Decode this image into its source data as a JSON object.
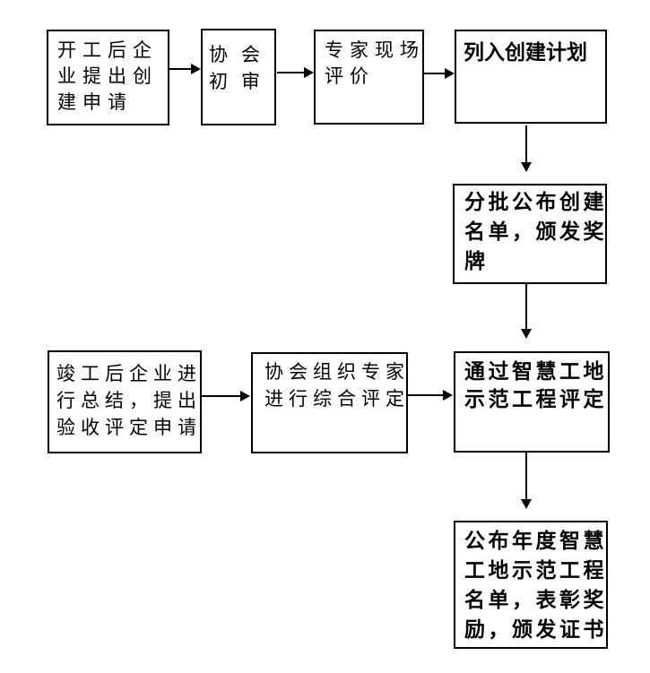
{
  "colors": {
    "border": "#000000",
    "text": "#000000",
    "background": "#ffffff"
  },
  "flowchart": {
    "type": "process-flow",
    "nodes": [
      {
        "id": "apply-creation",
        "text": "开工后企业提出创建申请",
        "lines": [
          "开工后企",
          "业提出创",
          "建申请"
        ],
        "emphasis": false
      },
      {
        "id": "association-preliminary-review",
        "text": "协会初审",
        "lines": [
          "协会",
          "初审"
        ],
        "emphasis": false
      },
      {
        "id": "expert-site-evaluation",
        "text": "专家现场评价",
        "lines": [
          "专家现场",
          "评价"
        ],
        "emphasis": false
      },
      {
        "id": "listed-in-creation-plan",
        "text": "列入创建计划",
        "lines": [
          "列入创建计划"
        ],
        "emphasis": true
      },
      {
        "id": "publish-creation-list-award-plaque",
        "text": "分批公布创建名单，颁发奖牌",
        "lines": [
          "分批公布创建",
          "名单，颁发奖",
          "牌"
        ],
        "emphasis": true
      },
      {
        "id": "completion-summary-apply-acceptance",
        "text": "竣工后企业进行总结，提出验收评定申请",
        "lines": [
          "竣工后企业进",
          "行总结，提出",
          "验收评定申请"
        ],
        "emphasis": false
      },
      {
        "id": "association-comprehensive-evaluation",
        "text": "协会组织专家进行综合评定",
        "lines": [
          "协会组织专家",
          "进行综合评定"
        ],
        "emphasis": false
      },
      {
        "id": "pass-smart-site-demo-evaluation",
        "text": "通过智慧工地示范工程评定",
        "lines": [
          "通过智慧工地",
          "示范工程评定"
        ],
        "emphasis": true
      },
      {
        "id": "announce-annual-list-commend-certify",
        "text": "公布年度智慧工地示范工程名单，表彰奖励，颁发证书",
        "lines": [
          "公布年度智慧",
          "工地示范工程",
          "名单，表彰奖",
          "励，颁发证书"
        ],
        "emphasis": true
      }
    ],
    "connections": [
      {
        "from": "apply-creation",
        "to": "association-preliminary-review",
        "direction": "right"
      },
      {
        "from": "association-preliminary-review",
        "to": "expert-site-evaluation",
        "direction": "right"
      },
      {
        "from": "expert-site-evaluation",
        "to": "listed-in-creation-plan",
        "direction": "right"
      },
      {
        "from": "listed-in-creation-plan",
        "to": "publish-creation-list-award-plaque",
        "direction": "down"
      },
      {
        "from": "publish-creation-list-award-plaque",
        "to": "pass-smart-site-demo-evaluation",
        "direction": "down"
      },
      {
        "from": "completion-summary-apply-acceptance",
        "to": "association-comprehensive-evaluation",
        "direction": "right"
      },
      {
        "from": "association-comprehensive-evaluation",
        "to": "pass-smart-site-demo-evaluation",
        "direction": "right"
      },
      {
        "from": "pass-smart-site-demo-evaluation",
        "to": "announce-annual-list-commend-certify",
        "direction": "down"
      }
    ]
  }
}
